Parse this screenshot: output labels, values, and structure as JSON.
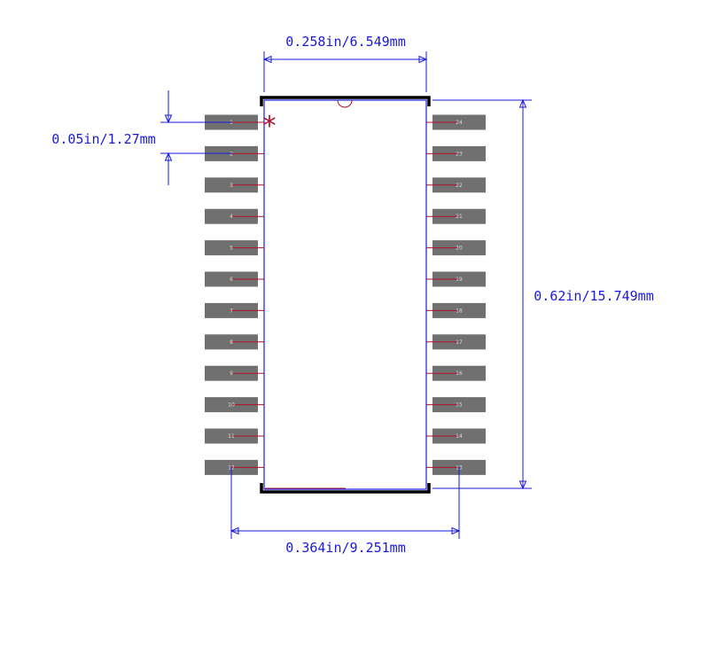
{
  "footprint": {
    "pins_left": [
      "1",
      "2",
      "3",
      "4",
      "5",
      "6",
      "7",
      "8",
      "9",
      "10",
      "11",
      "12"
    ],
    "pins_right": [
      "24",
      "23",
      "22",
      "21",
      "20",
      "19",
      "18",
      "17",
      "16",
      "15",
      "14",
      "13"
    ],
    "pin1_marker": "*"
  },
  "dimensions": {
    "body_width": "0.258in/6.549mm",
    "pitch": "0.05in/1.27mm",
    "body_length": "0.62in/15.749mm",
    "lead_span": "0.364in/9.251mm"
  },
  "colors": {
    "dimension": "#1a1adc",
    "pad": "#707070",
    "pin_line": "#b0102a",
    "outline": "#000000",
    "pin_text": "#d8d8d8"
  }
}
